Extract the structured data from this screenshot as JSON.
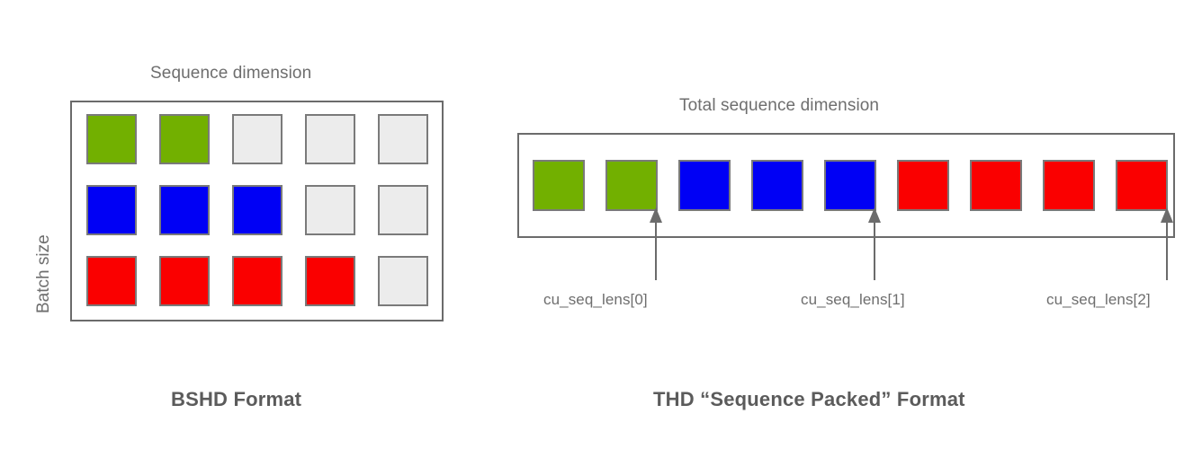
{
  "colors": {
    "green": "#72b000",
    "blue": "#0000f5",
    "red": "#fa0000",
    "empty": "#ececec",
    "cell_border": "#7a7a7a",
    "panel_border": "#6b6b6b",
    "text": "#6e6e6e",
    "caption_text": "#5b5b5b",
    "background": "#ffffff"
  },
  "left_panel": {
    "axis_title": "Sequence dimension",
    "side_label": "Batch size",
    "caption": "BSHD Format",
    "rows": 3,
    "cols": 5,
    "grid": [
      [
        "green",
        "green",
        "empty",
        "empty",
        "empty"
      ],
      [
        "blue",
        "blue",
        "blue",
        "empty",
        "empty"
      ],
      [
        "red",
        "red",
        "red",
        "red",
        "empty"
      ]
    ]
  },
  "right_panel": {
    "axis_title": "Total sequence dimension",
    "caption": "THD “Sequence Packed” Format",
    "sequence": [
      "green",
      "green",
      "blue",
      "blue",
      "blue",
      "red",
      "red",
      "red",
      "red"
    ],
    "markers": [
      {
        "label": "cu_seq_lens[0]",
        "after_index": 2
      },
      {
        "label": "cu_seq_lens[1]",
        "after_index": 5
      },
      {
        "label": "cu_seq_lens[2]",
        "after_index": 9
      }
    ]
  },
  "chart_data": {
    "type": "diagram",
    "title": "BSHD vs THD sequence packing layouts",
    "panels": [
      {
        "name": "BSHD Format",
        "xlabel": "Sequence dimension",
        "ylabel": "Batch size",
        "grid_shape": [
          3,
          5
        ],
        "sequence_lengths": [
          2,
          3,
          4
        ],
        "padded_length": 5,
        "row_colors": [
          "green",
          "blue",
          "red"
        ],
        "padding_color": "empty"
      },
      {
        "name": "THD “Sequence Packed” Format",
        "xlabel": "Total sequence dimension",
        "total_tokens": 9,
        "segments": [
          {
            "color": "green",
            "length": 2
          },
          {
            "color": "blue",
            "length": 3
          },
          {
            "color": "red",
            "length": 4
          }
        ],
        "cu_seq_lens": [
          2,
          5,
          9
        ]
      }
    ]
  }
}
